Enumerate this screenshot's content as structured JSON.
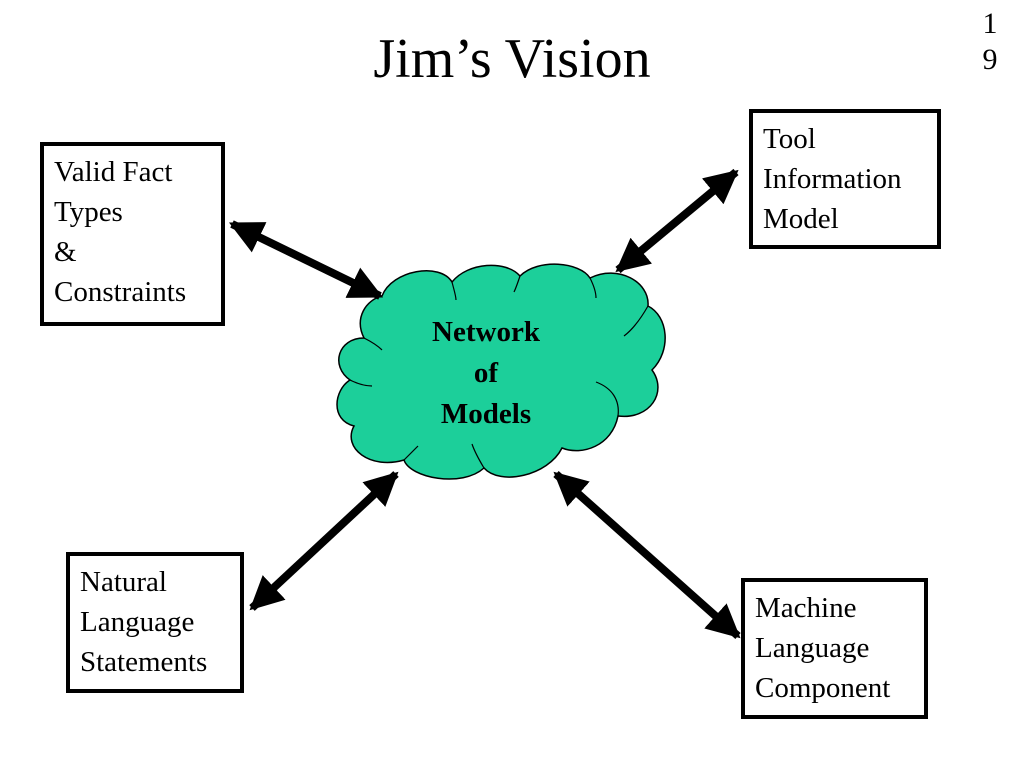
{
  "slide": {
    "title": "Jim’s Vision",
    "page_number_line1": "1",
    "page_number_line2": "9"
  },
  "colors": {
    "cloud_fill": "#1ccf9a",
    "stroke": "#000000",
    "background": "#ffffff"
  },
  "center": {
    "lines": [
      "Network",
      "of",
      "Models"
    ]
  },
  "nodes": [
    {
      "id": "valid-fact-types",
      "lines": [
        "Valid Fact",
        "Types",
        "&",
        "Constraints"
      ]
    },
    {
      "id": "tool-information-model",
      "lines": [
        "Tool",
        "Information",
        "Model"
      ]
    },
    {
      "id": "natural-language-statements",
      "lines": [
        "Natural",
        "Language",
        "Statements"
      ]
    },
    {
      "id": "machine-language-component",
      "lines": [
        "Machine",
        "Language",
        "Component"
      ]
    }
  ],
  "edges": [
    {
      "from": "valid-fact-types",
      "to": "network-of-models",
      "direction": "bidirectional"
    },
    {
      "from": "tool-information-model",
      "to": "network-of-models",
      "direction": "bidirectional"
    },
    {
      "from": "natural-language-statements",
      "to": "network-of-models",
      "direction": "bidirectional"
    },
    {
      "from": "machine-language-component",
      "to": "network-of-models",
      "direction": "bidirectional"
    }
  ]
}
